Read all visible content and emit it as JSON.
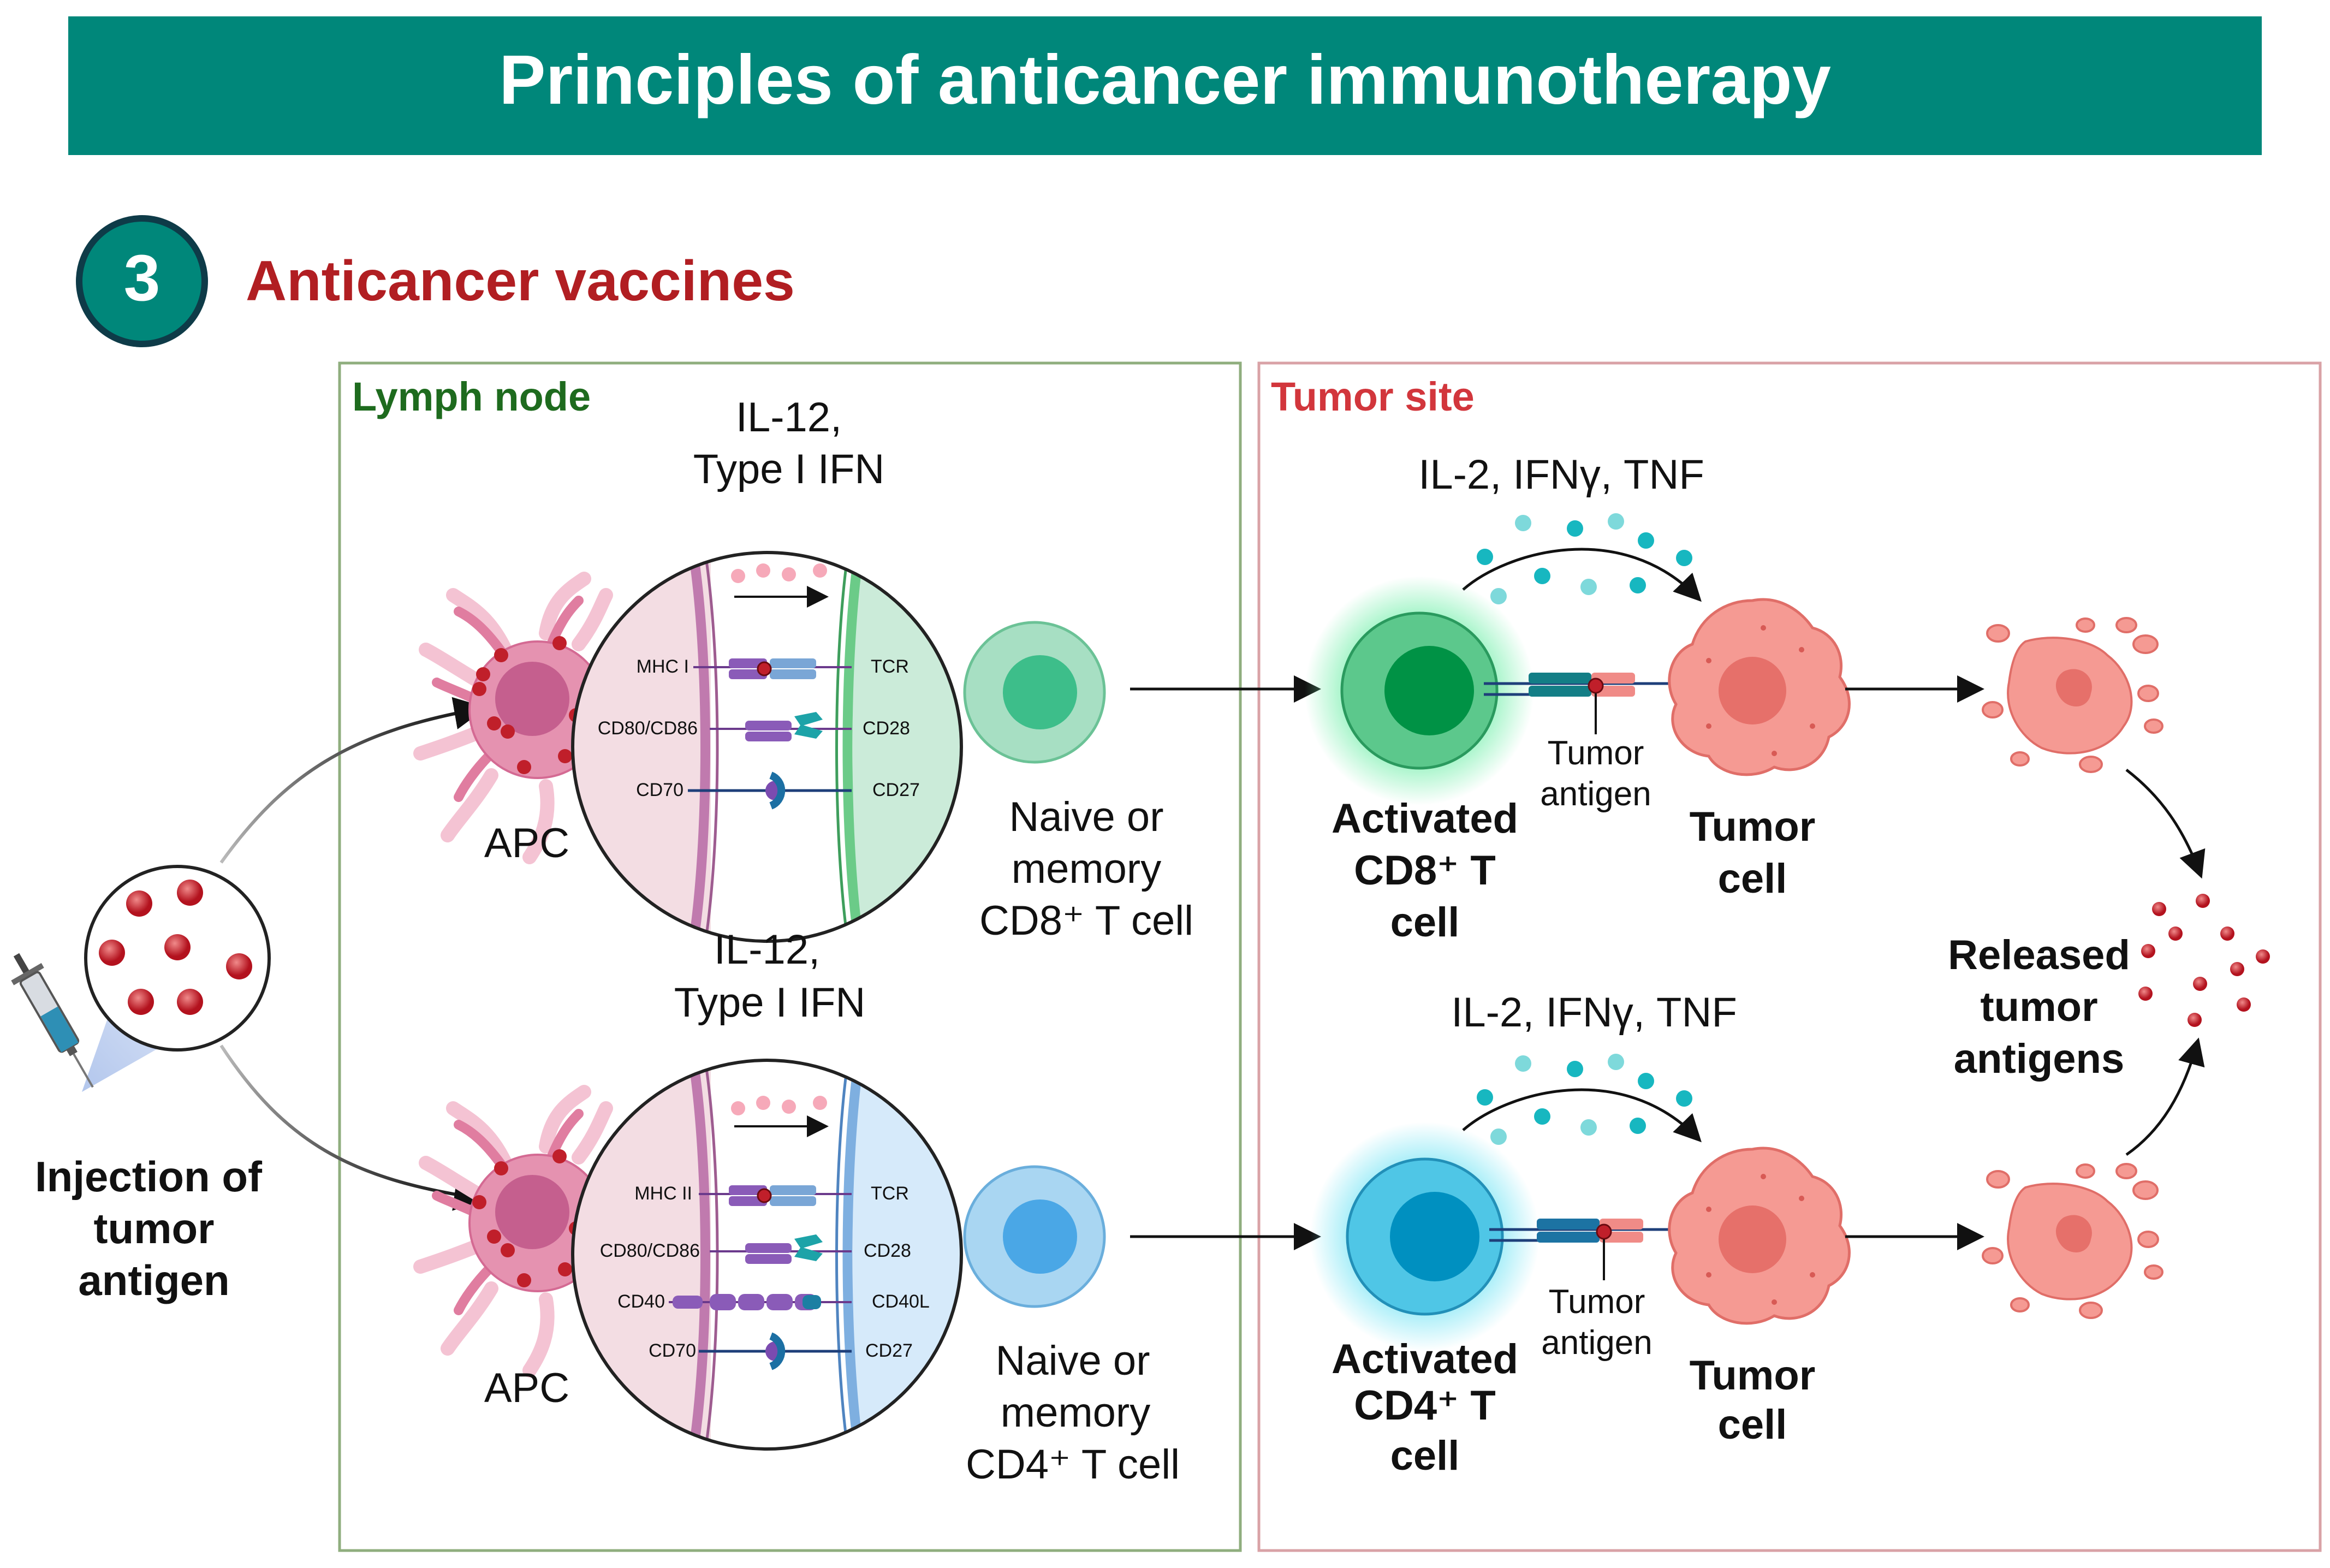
{
  "title": "Principles of anticancer immunotherapy",
  "step_number": "3",
  "section_title": "Anticancer vaccines",
  "colors": {
    "banner": "#00877A",
    "section_title": "#B11E22",
    "lymph_label": "#1E6B1E",
    "tumor_label": "#D2363C",
    "lymph_border": "#8FAE7E",
    "tumor_border": "#D9A2A6",
    "antigen": "#C01F2A",
    "apc": "#E07DA0",
    "cd8": "#3DBE8A",
    "cd4": "#4AA7E6",
    "tumor": "#F28C86",
    "cytokine": "#17B7C0"
  },
  "injection": {
    "line1": "Injection of",
    "line2": "tumor",
    "line3": "antigen",
    "icon": "syringe-icon"
  },
  "lymph_node": {
    "label": "Lymph node",
    "top": {
      "cytokines_line1": "IL-12,",
      "cytokines_line2": "Type I IFN",
      "apc_label": "APC",
      "receptors": [
        {
          "left": "MHC I",
          "right": "TCR"
        },
        {
          "left": "CD80/CD86",
          "right": "CD28"
        },
        {
          "left": "CD70",
          "right": "CD27"
        }
      ],
      "tcell_line1": "Naive or",
      "tcell_line2": "memory",
      "tcell_line3": "CD8⁺ T cell"
    },
    "bottom": {
      "cytokines_line1": "IL-12,",
      "cytokines_line2": "Type I IFN",
      "apc_label": "APC",
      "receptors": [
        {
          "left": "MHC II",
          "right": "TCR"
        },
        {
          "left": "CD80/CD86",
          "right": "CD28"
        },
        {
          "left": "CD40",
          "right": "CD40L"
        },
        {
          "left": "CD70",
          "right": "CD27"
        }
      ],
      "tcell_line1": "Naive or",
      "tcell_line2": "memory",
      "tcell_line3": "CD4⁺ T cell"
    }
  },
  "tumor_site": {
    "label": "Tumor site",
    "top": {
      "cytokines": "IL-2, IFNγ, TNF",
      "tcell_line1": "Activated",
      "tcell_line2": "CD8⁺ T",
      "tcell_line3": "cell",
      "antigen_line1": "Tumor",
      "antigen_line2": "antigen",
      "tumor_line1": "Tumor",
      "tumor_line2": "cell"
    },
    "bottom": {
      "cytokines": "IL-2, IFNγ, TNF",
      "tcell_line1": "Activated",
      "tcell_line2": "CD4⁺ T",
      "tcell_line3": "cell",
      "antigen_line1": "Tumor",
      "antigen_line2": "antigen",
      "tumor_line1": "Tumor",
      "tumor_line2": "cell"
    },
    "released_line1": "Released",
    "released_line2": "tumor",
    "released_line3": "antigens"
  }
}
